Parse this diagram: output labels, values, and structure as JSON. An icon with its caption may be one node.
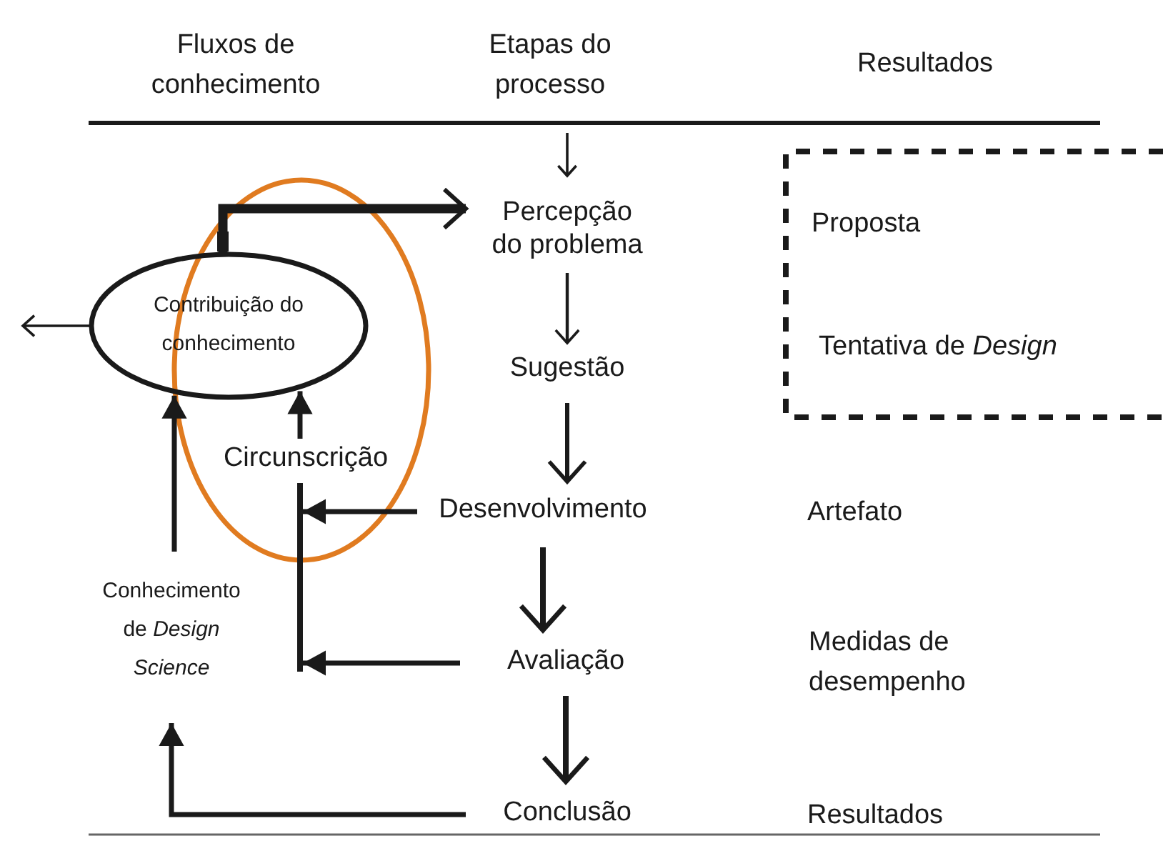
{
  "diagram": {
    "nodes": [
      {
        "text": [
          "Percepção do problema"
        ]
      },
      {
        "text": [
          "Sugestão"
        ]
      },
      {
        "text": [
          "Desenvolvimento"
        ]
      },
      {
        "text": [
          "Avaliação"
        ]
      },
      {
        "text": [
          "Conclusão"
        ]
      },
      {
        "text": [
          "Contribuição do conhecimento"
        ]
      },
      {
        "text": [
          "Circunscrição"
        ]
      },
      {
        "text": [
          "Conhecimento de *Design Science*"
        ]
      },
      {
        "text": [
          "Proposta",
          "Tentativa de *Design*"
        ]
      },
      {
        "text": [],
        "shape": "bar"
      }
    ],
    "edges": [
      {
        "from": null,
        "to": 0,
        "arrow": "to"
      },
      {
        "from": 0,
        "to": 1,
        "arrow": "to"
      },
      {
        "from": 1,
        "to": 2,
        "arrow": "to"
      },
      {
        "from": 2,
        "to": 3,
        "arrow": "to"
      },
      {
        "from": 3,
        "to": 4,
        "arrow": "to"
      },
      {
        "from": 5,
        "to": 0,
        "arrow": "to",
        "style": "thick"
      },
      {
        "from": 5,
        "to": null,
        "arrow": "to"
      },
      {
        "from": 7,
        "to": 5,
        "arrow": "to"
      },
      {
        "from": 6,
        "to": 5,
        "arrow": "to"
      },
      {
        "from": 2,
        "to": 9,
        "arrow": "to"
      },
      {
        "from": 3,
        "to": 9,
        "arrow": "to"
      },
      {
        "from": 4,
        "to": 7,
        "arrow": "to"
      }
    ],
    "labels": [
      "Fluxos de conhecimento",
      "Etapas do processo",
      "Resultados",
      "Artefato",
      "Medidas de desempenho",
      "Resultados"
    ]
  }
}
